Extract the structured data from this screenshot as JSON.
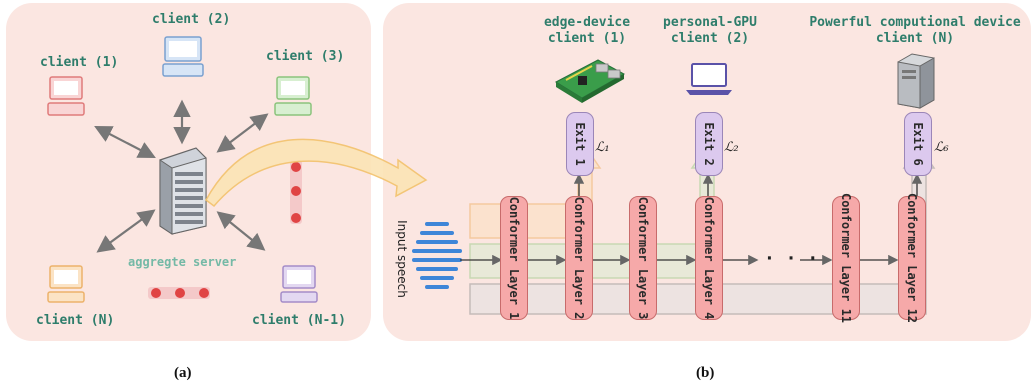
{
  "panel_a": {
    "clients": {
      "c1": "client (1)",
      "c2": "client (2)",
      "c3": "client (3)",
      "cN": "client (N)",
      "cN1": "client (N-1)"
    },
    "server_label": "aggregte server",
    "caption": "(a)"
  },
  "panel_b": {
    "devices": {
      "d1_l1": "edge-device",
      "d1_l2": "client (1)",
      "d2_l1": "personal-GPU",
      "d2_l2": "client (2)",
      "dN_l1": "Powerful computional device",
      "dN_l2": "client (N)"
    },
    "input_label": "Input speech",
    "layers": {
      "l1": "Conformer Layer 1",
      "l2": "Conformer Layer 2",
      "l3": "Conformer Layer 3",
      "l4": "Conformer Layer 4",
      "l11": "Conformer Layer 11",
      "l12": "Conformer Layer 12"
    },
    "exits": {
      "e1": "Exit 1",
      "e2": "Exit 2",
      "e6": "Exit 6"
    },
    "losses": {
      "L1": "ℒ₁",
      "L2": "ℒ₂",
      "L6": "ℒ₆"
    },
    "ellipsis": "· · ·",
    "caption": "(b)"
  },
  "colors": {
    "panel_bg": "#fbe6e1",
    "label_teal": "#2e7d6b",
    "layer_fill": "#f6a9a9",
    "exit_fill": "#dcc9ee",
    "server_arrow": "#f3c26b"
  }
}
